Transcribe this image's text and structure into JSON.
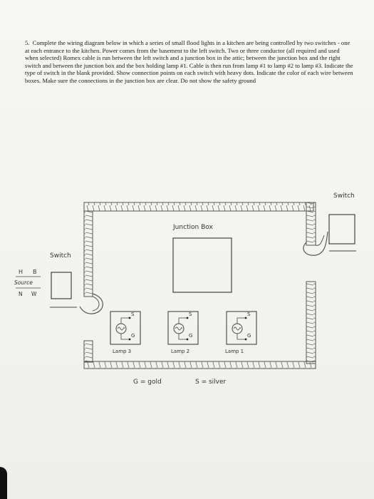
{
  "problem": {
    "number": "5.",
    "text": "Complete the wiring diagram below in which a series of small flood lights in a kitchen are being controlled by two switches - one at each entrance to the kitchen. Power comes from the basement to the left switch. Two or three conductor (all required and used when selected) Romex cable is run between the left switch and a junction box in the attic; between the junction box and the right switch and between the junction box and the box holding lamp #1. Cable is then run from lamp #1 to lamp #2 to lamp #3. Indicate the type of switch in the blank provided. Show connection points on each switch with heavy dots. Indicate the color of each wire between boxes. Make sure the connections in the junction box are clear. Do not show the safety ground"
  },
  "diagram": {
    "junction_box_label": "Junction Box",
    "left_switch_label": "Switch",
    "right_switch_label": "Switch",
    "source": {
      "h": "H",
      "b": "B",
      "label": "Source",
      "n": "N",
      "w": "W"
    },
    "lamps": [
      {
        "label": "Lamp 3",
        "s": "S",
        "g": "G"
      },
      {
        "label": "Lamp 2",
        "s": "S",
        "g": "G"
      },
      {
        "label": "Lamp 1",
        "s": "S",
        "g": "G"
      }
    ],
    "legend": {
      "gold": "G = gold",
      "silver": "S = silver"
    }
  }
}
